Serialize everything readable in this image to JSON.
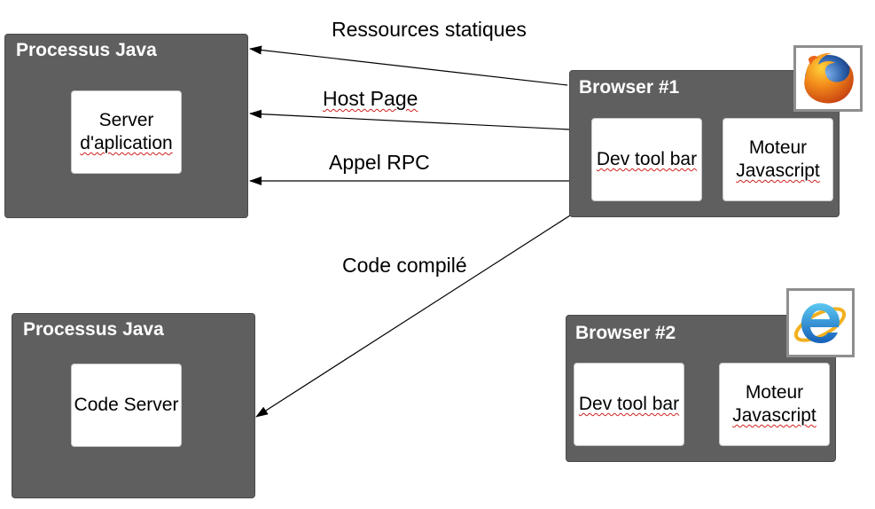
{
  "edges": [
    {
      "from": "Browser #1",
      "to": "Processus Java (Server d'aplication)",
      "label": "Ressources statiques"
    },
    {
      "from": "Browser #1",
      "to": "Processus Java (Server d'aplication)",
      "label": "Host Page"
    },
    {
      "from": "Browser #1",
      "to": "Processus Java (Server d'aplication)",
      "label": "Appel RPC"
    },
    {
      "from": "Browser #1",
      "to": "Processus Java (Code Server)",
      "label": "Code compilé"
    }
  ],
  "process_top": {
    "title": "Processus Java",
    "inner_line1": "Server",
    "inner_line2": "d'aplication"
  },
  "process_bottom": {
    "title": "Processus Java",
    "inner_line1": "Code Server"
  },
  "browser1": {
    "title": "Browser #1",
    "toolbar": "Dev tool bar",
    "engine_line1": "Moteur",
    "engine_line2": "Javascript",
    "logo_icon": "firefox-icon"
  },
  "browser2": {
    "title": "Browser #2",
    "toolbar": "Dev tool bar",
    "engine_line1": "Moteur",
    "engine_line2": "Javascript",
    "logo_icon": "internet-explorer-icon"
  },
  "colors": {
    "box": "#5f5f5f",
    "inner": "#ffffff",
    "line": "#000000"
  }
}
